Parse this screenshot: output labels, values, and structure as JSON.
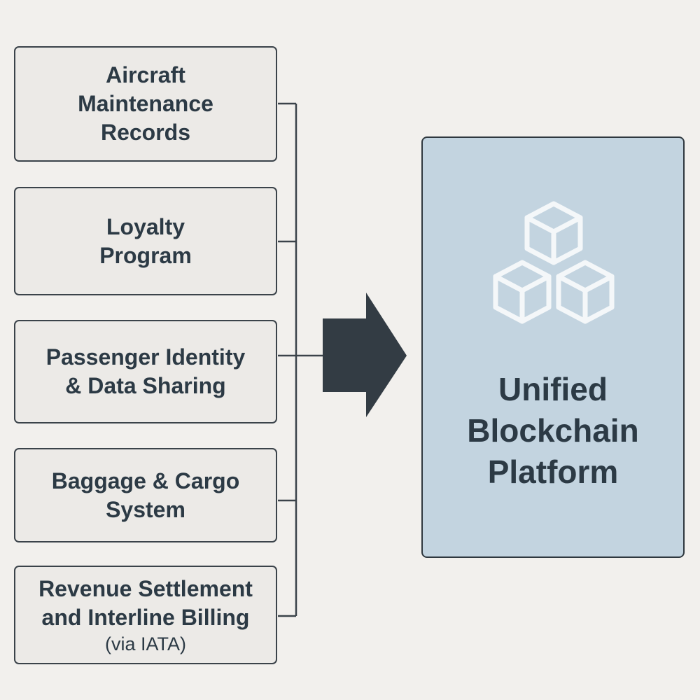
{
  "sources": [
    {
      "label": "Aircraft\nMaintenance\nRecords"
    },
    {
      "label": "Loyalty\nProgram"
    },
    {
      "label": "Passenger Identity\n& Data Sharing"
    },
    {
      "label": "Baggage & Cargo\nSystem"
    },
    {
      "label": "Revenue Settlement\nand Interline Billing",
      "sublabel": "(via IATA)"
    }
  ],
  "target": {
    "title": "Unified\nBlockchain\nPlatform",
    "icon": "blockchain-cubes-icon"
  },
  "colors": {
    "background": "#f2f0ed",
    "source_fill": "#eceae7",
    "border": "#3b434a",
    "text": "#2c3a45",
    "platform_fill": "#c3d4e0",
    "arrow": "#333c44",
    "icon_stroke": "#f4f7f9"
  }
}
